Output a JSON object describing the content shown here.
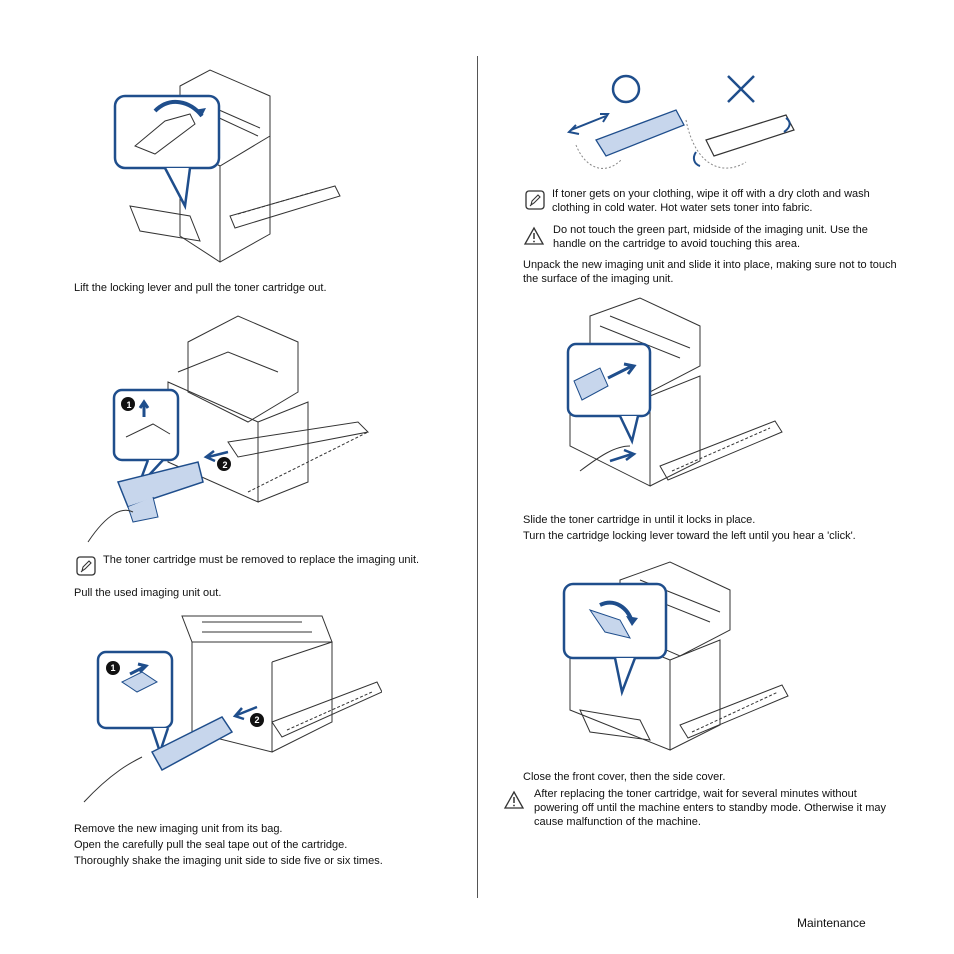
{
  "left": {
    "step1": "Lift the locking lever and pull the toner cartridge out.",
    "note1": "The toner cartridge must be removed to replace the imaging unit.",
    "step2": "Pull the used imaging unit out.",
    "step3_lines": [
      "Remove the new imaging unit from its bag.",
      "Open the carefully pull the seal tape out of the cartridge.",
      "Thoroughly shake the imaging unit side to side five or six times."
    ]
  },
  "right": {
    "note_clothing": "If toner gets on your clothing, wipe it off with a dry cloth and wash clothing in cold water. Hot water sets toner into fabric.",
    "warn_green": "Do not touch the green part, midside of the imaging unit. Use the handle on the cartridge to avoid touching this area.",
    "unpack": "Unpack the new imaging unit and slide it into place, making sure not to touch the surface of the imaging unit.",
    "slide_lines": [
      "Slide the toner cartridge in until it locks in place.",
      "Turn the cartridge locking lever toward the left until you hear a 'click'."
    ],
    "close": "Close the front cover, then the side cover.",
    "warn_after": "After replacing the toner cartridge, wait for several minutes without powering off until the machine enters to standby mode. Otherwise it may cause malfunction of the machine."
  },
  "callouts": [
    "1",
    "2"
  ],
  "footer": "Maintenance",
  "colors": {
    "accent": "#1f4e8c",
    "line": "#333333"
  }
}
